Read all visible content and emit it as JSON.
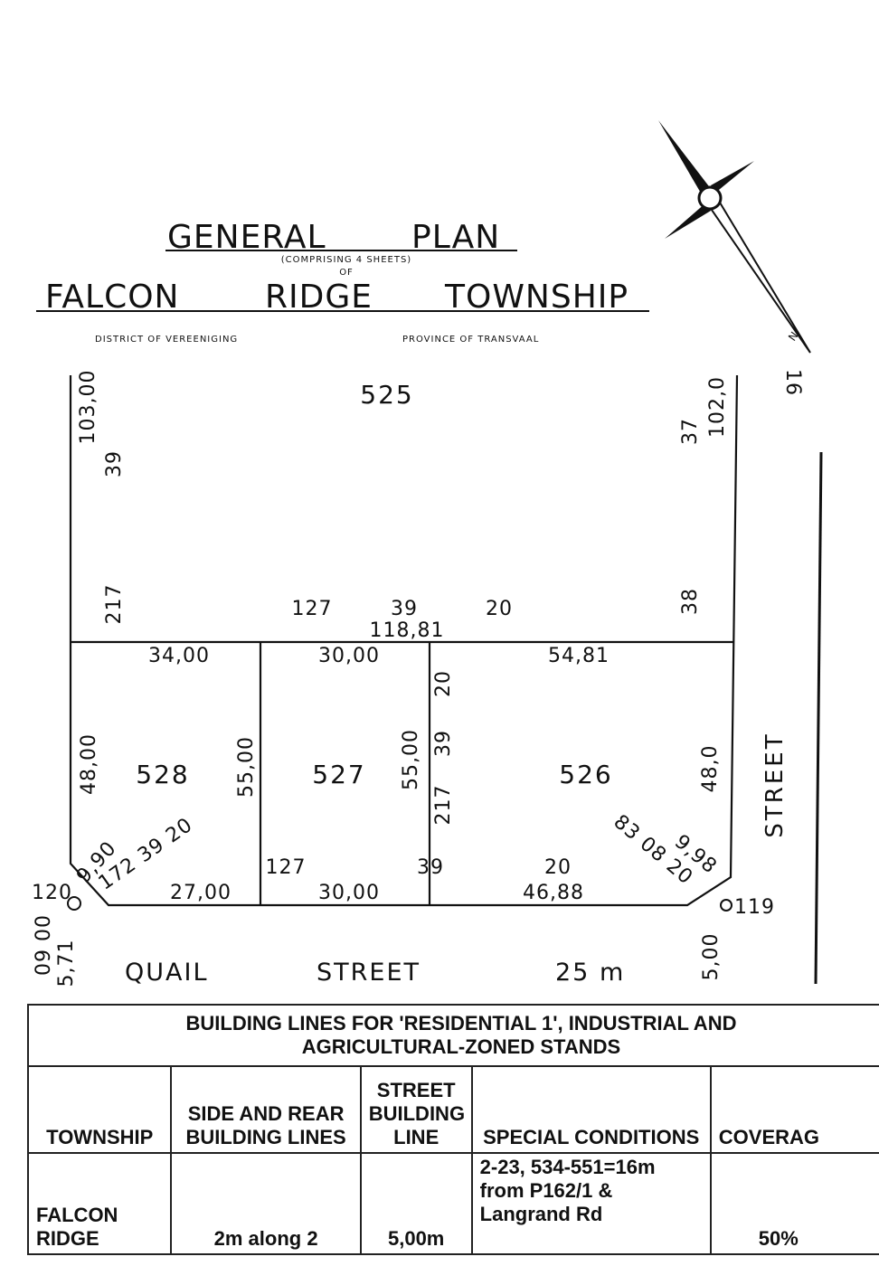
{
  "header": {
    "title": "GENERAL PLAN",
    "title_word1": "GENERAL",
    "title_word2": "PLAN",
    "comprising": "(COMPRISING 4 SHEETS)",
    "of": "OF",
    "subtitle_word1": "FALCON",
    "subtitle_word2": "RIDGE",
    "subtitle_word3": "TOWNSHIP",
    "district": "DISTRICT OF VEREENIGING",
    "province": "PROVINCE OF TRANSVAAL"
  },
  "north_arrow": {
    "icon": "north-arrow-icon",
    "label": "N"
  },
  "plan": {
    "stands": [
      {
        "number": "525"
      },
      {
        "number": "528"
      },
      {
        "number": "527"
      },
      {
        "number": "526"
      }
    ],
    "labels": {
      "left_top_dim": "103,00",
      "left_top_bearing_39": "39",
      "left_top_bearing_217": "217",
      "right_top_dim": "102,0",
      "right_top_bearing_37": "37",
      "right_top_bearing_38": "38",
      "top_edge_number": "16",
      "mid_bearing_127": "127",
      "mid_bearing_39": "39",
      "mid_bearing_20": "20",
      "mid_length": "118,81",
      "len_528_top": "34,00",
      "len_527_top": "30,00",
      "len_526_top": "54,81",
      "len_528_left": "48,00",
      "len_528_right": "55,00",
      "len_527_right": "55,00",
      "vert_bearing_20": "20",
      "vert_bearing_39": "39",
      "vert_bearing_217": "217",
      "len_526_right": "48,0",
      "chamfer_left_len": "9,90",
      "chamfer_left_bearing": "172 39 20",
      "chamfer_right_bearing": "83 08 20",
      "chamfer_right_len": "9,98",
      "bottom_bearing_127": "127",
      "bottom_bearing_39": "39",
      "bottom_bearing_20": "20",
      "len_528_bottom": "27,00",
      "len_527_bottom": "30,00",
      "len_526_bottom": "46,88",
      "peg_120": "120",
      "peg_119": "119",
      "left_corner_a": "09 00",
      "left_corner_b": "5,71",
      "right_corner_dim": "5,00",
      "street_quail": "QUAIL",
      "street_word": "STREET",
      "street_width": "25 m",
      "street_vertical": "STREET"
    }
  },
  "table": {
    "caption_line1": "BUILDING LINES FOR 'RESIDENTIAL 1', INDUSTRIAL AND",
    "caption_line2": "AGRICULTURAL-ZONED STANDS",
    "headers": {
      "township": "TOWNSHIP",
      "side_rear": "SIDE AND REAR\nBUILDING LINES",
      "street_line": "STREET\nBUILDING\nLINE",
      "special": "SPECIAL CONDITIONS",
      "coverage": "COVERAG"
    },
    "row": {
      "township": "FALCON\nRIDGE",
      "side_rear": "2m along 2",
      "street_line": "5,00m",
      "special": "2-23, 534-551=16m\nfrom P162/1 &\nLangrand Rd",
      "coverage": "50%"
    }
  }
}
